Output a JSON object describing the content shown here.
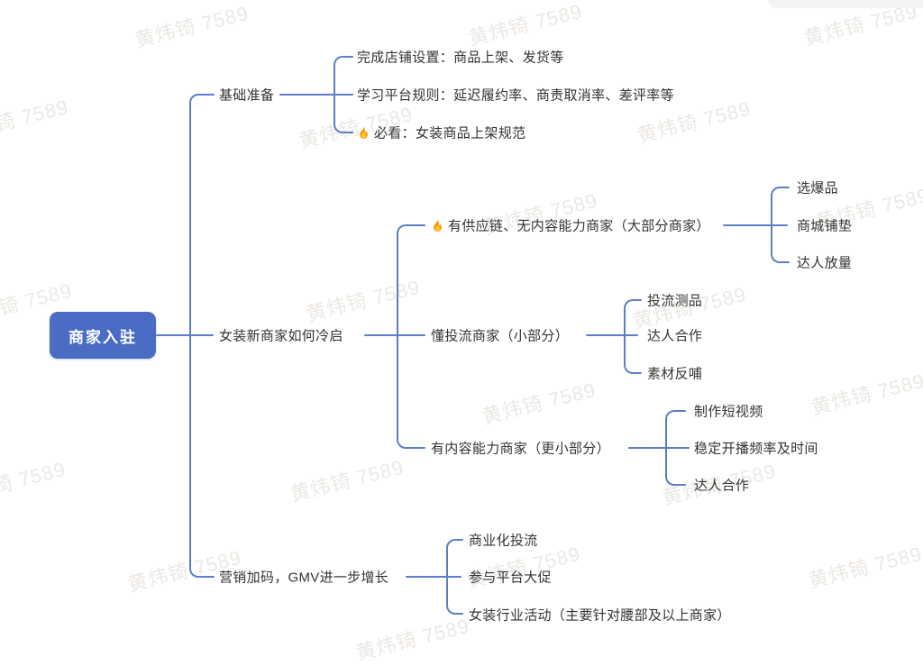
{
  "app": {
    "watermark_text": "黄炜锜 7589"
  },
  "colors": {
    "line": "#5b7ec8",
    "root_bg": "#4a6cc4",
    "root_text": "#ffffff",
    "text": "#333333",
    "flame_outer": "#ff9500",
    "flame_inner": "#ffc933",
    "watermark": "#ece8e4"
  },
  "mindmap": {
    "nodes": {
      "root": "商家入驻",
      "b1": "基础准备",
      "b1c1": "完成店铺设置：商品上架、发货等",
      "b1c2": "学习平台规则：延迟履约率、商责取消率、差评率等",
      "b1c3": "必看：女装商品上架规范",
      "b2": "女装新商家如何冷启",
      "b2c1": "有供应链、无内容能力商家（大部分商家）",
      "b2c1a": "选爆品",
      "b2c1b": "商城铺垫",
      "b2c1c": "达人放量",
      "b2c2": "懂投流商家（小部分）",
      "b2c2a": "投流测品",
      "b2c2b": "达人合作",
      "b2c2c": "素材反哺",
      "b2c3": "有内容能力商家（更小部分）",
      "b2c3a": "制作短视频",
      "b2c3b": "稳定开播频率及时间",
      "b2c3c": "达人合作",
      "b3": "营销加码，GMV进一步增长",
      "b3c1": "商业化投流",
      "b3c2": "参与平台大促",
      "b3c3": "女装行业活动（主要针对腰部及以上商家）"
    }
  }
}
